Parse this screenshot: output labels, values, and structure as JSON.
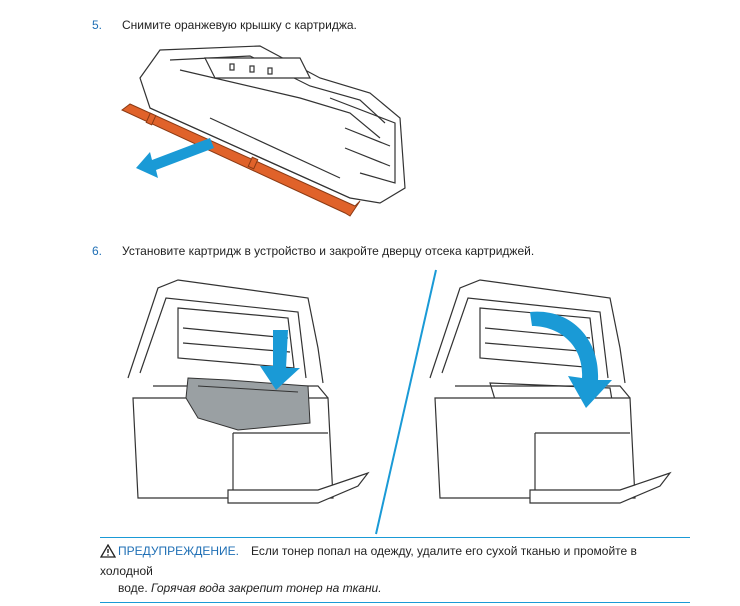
{
  "steps": [
    {
      "number": "5.",
      "text": "Снимите оранжевую крышку с картриджа."
    },
    {
      "number": "6.",
      "text": "Установите картридж в устройство и закройте дверцу отсека картриджей."
    }
  ],
  "warning": {
    "icon": "warning-triangle-icon",
    "heading": "ПРЕДУПРЕЖДЕНИЕ.",
    "line1": "Если тонер попал на одежду, удалите его сухой тканью и промойте в холодной",
    "line2_start": "воде.",
    "line2_italic": "Горячая вода закрепит тонер на ткани."
  },
  "colors": {
    "accent": "#1a9ad6",
    "step_number": "#1f6fb5",
    "cover_orange": "#e0622a",
    "arrow_blue": "#1a9ad6"
  }
}
